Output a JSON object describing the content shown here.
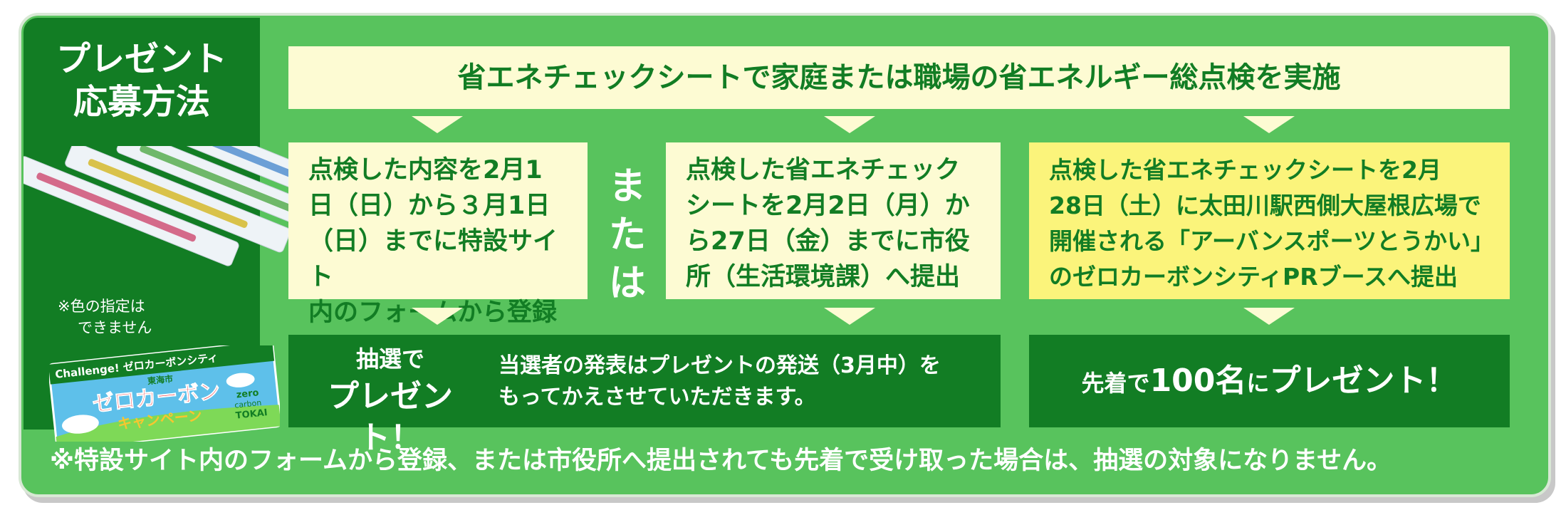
{
  "side": {
    "title_line1": "プレゼント",
    "title_line2": "応募方法",
    "note_line1": "※色の指定は",
    "note_line2": "できません",
    "sticker": {
      "challenge": "Challenge! ゼロカーボンシティ",
      "city": "東海市",
      "main": "ゼロカーボン",
      "sub": "キャンペーン",
      "zero_line1": "zero",
      "zero_line2": "carbon",
      "zero_line3": "TOKAI"
    }
  },
  "top_banner": "省エネチェックシートで家庭または職場の省エネルギー総点検を実施",
  "or_label_1": "ま",
  "or_label_2": "た",
  "or_label_3": "は",
  "methods": [
    {
      "lines": [
        "点検した内容を2月1",
        "日（日）から３月1日",
        "（日）までに特設サイト",
        "内のフォームから登録"
      ]
    },
    {
      "lines": [
        "点検した省エネチェック",
        "シートを2月2日（月）か",
        "ら27日（金）までに市役",
        "所（生活環境課）へ提出"
      ]
    },
    {
      "lines": [
        "点検した省エネチェックシートを2月",
        "28日（土）に太田川駅西側大屋根広場で",
        "開催される「アーバンスポーツとうかい」",
        "のゼロカーボンシティPRブースへ提出"
      ]
    }
  ],
  "lottery": {
    "label_top": "抽選で",
    "label_big": "プレゼント！",
    "text_line1": "当選者の発表はプレゼントの発送（3月中）を",
    "text_line2": "もってかえさせていただきます。"
  },
  "first_come": {
    "prefix": "先着で",
    "count": "100名",
    "mid": "に",
    "suffix": "プレゼント！"
  },
  "footnote": "※特設サイト内のフォームから登録、または市役所へ提出されても先着で受け取った場合は、抽選の対象になりません。",
  "colors": {
    "frame_green": "#58c35d",
    "dark_green": "#127d24",
    "cream": "#fdfbd3",
    "yellow": "#fbf47b"
  }
}
